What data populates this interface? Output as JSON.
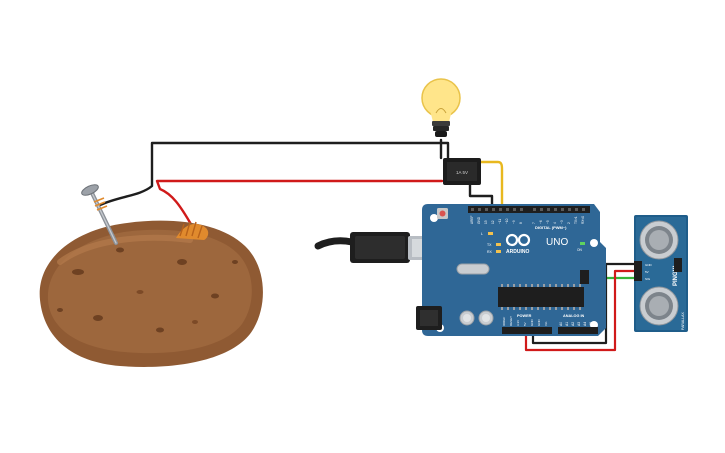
{
  "arduino": {
    "brand": "ARDUINO",
    "model": "UNO",
    "digital_label": "DIGITAL (PWM~)",
    "power_label": "POWER",
    "analog_label": "ANALOG IN",
    "led_labels": [
      "L",
      "TX",
      "RX"
    ],
    "digital_pins": [
      "AREF",
      "GND",
      "13",
      "12",
      "~11",
      "~10",
      "~9",
      "8",
      "7",
      "~6",
      "~5",
      "4",
      "~3",
      "2",
      "TX>1",
      "RX<0"
    ],
    "power_pins": [
      "IOREF",
      "RESET",
      "3.3V",
      "5V",
      "GND",
      "GND",
      "Vin"
    ],
    "analog_pins": [
      "A0",
      "A1",
      "A2",
      "A3",
      "A4",
      "A5"
    ],
    "on_label": "ON"
  },
  "sensor": {
    "name": "PING)))",
    "pins": [
      "GND",
      "5V",
      "SIG"
    ],
    "maker": "PARALLAX"
  },
  "relay": {
    "label": "1A 5V"
  },
  "colors": {
    "board": "#2f6796",
    "wire_red": "#d01a1a",
    "wire_black": "#1e1e1e",
    "wire_yellow": "#e8b81f",
    "wire_green": "#38b53a",
    "potato": "#8f5a33",
    "bulb": "#ffe58a"
  }
}
